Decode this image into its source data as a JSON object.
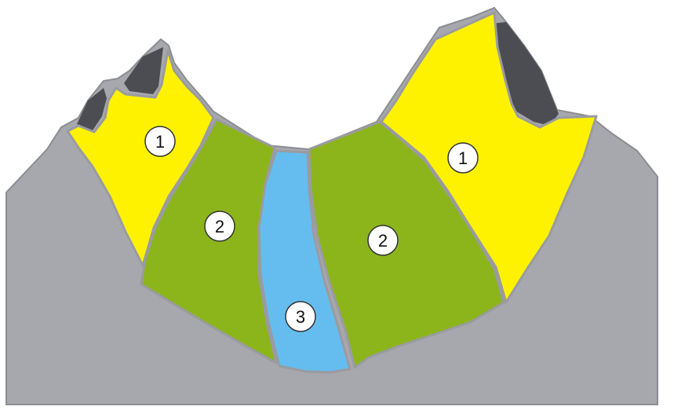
{
  "colors": {
    "background": "#ffffff",
    "rock": "#a7a8ad",
    "rock_outline": "#8c8d92",
    "zone_outline": "#9a9ba0",
    "zone_1": "#fff200",
    "zone_2": "#8cb51c",
    "zone_3": "#65bdef",
    "peak_shadow": "#4b4d52",
    "badge_fill": "#ffffff",
    "badge_stroke": "#333333"
  },
  "zones": {
    "left_yellow": {
      "label": "1",
      "color_key": "zone_1"
    },
    "right_yellow": {
      "label": "1",
      "color_key": "zone_1"
    },
    "left_green": {
      "label": "2",
      "color_key": "zone_2"
    },
    "right_green": {
      "label": "2",
      "color_key": "zone_2"
    },
    "center_blue": {
      "label": "3",
      "color_key": "zone_3"
    }
  }
}
